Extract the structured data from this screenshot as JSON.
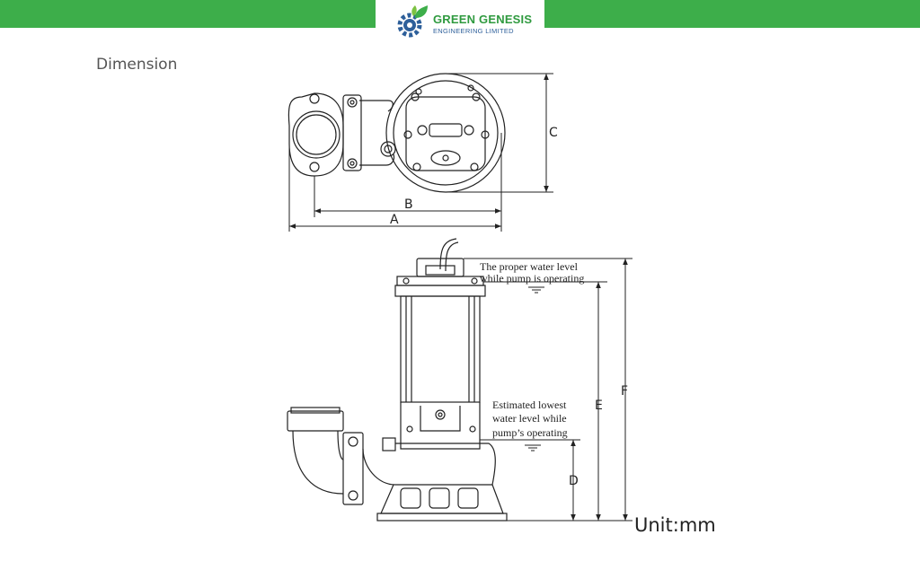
{
  "brand": {
    "name": "GREEN GENESIS",
    "tagline": "ENGINEERING LIMITED",
    "colors": {
      "primary_green": "#3dae4a",
      "logo_blue": "#2d5f9a"
    }
  },
  "page": {
    "title": "Dimension",
    "unit_label": "Unit:mm"
  },
  "top_view": {
    "labels": {
      "a": "A",
      "b": "B",
      "c": "C"
    }
  },
  "side_view": {
    "labels": {
      "d": "D",
      "e": "E",
      "f": "F"
    },
    "notes": {
      "proper_level_line1": "The proper water level",
      "proper_level_line2": "while pump is operating",
      "lowest_level_line1": "Estimated lowest",
      "lowest_level_line2": "water level while",
      "lowest_level_line3": "pump’s operating"
    }
  }
}
